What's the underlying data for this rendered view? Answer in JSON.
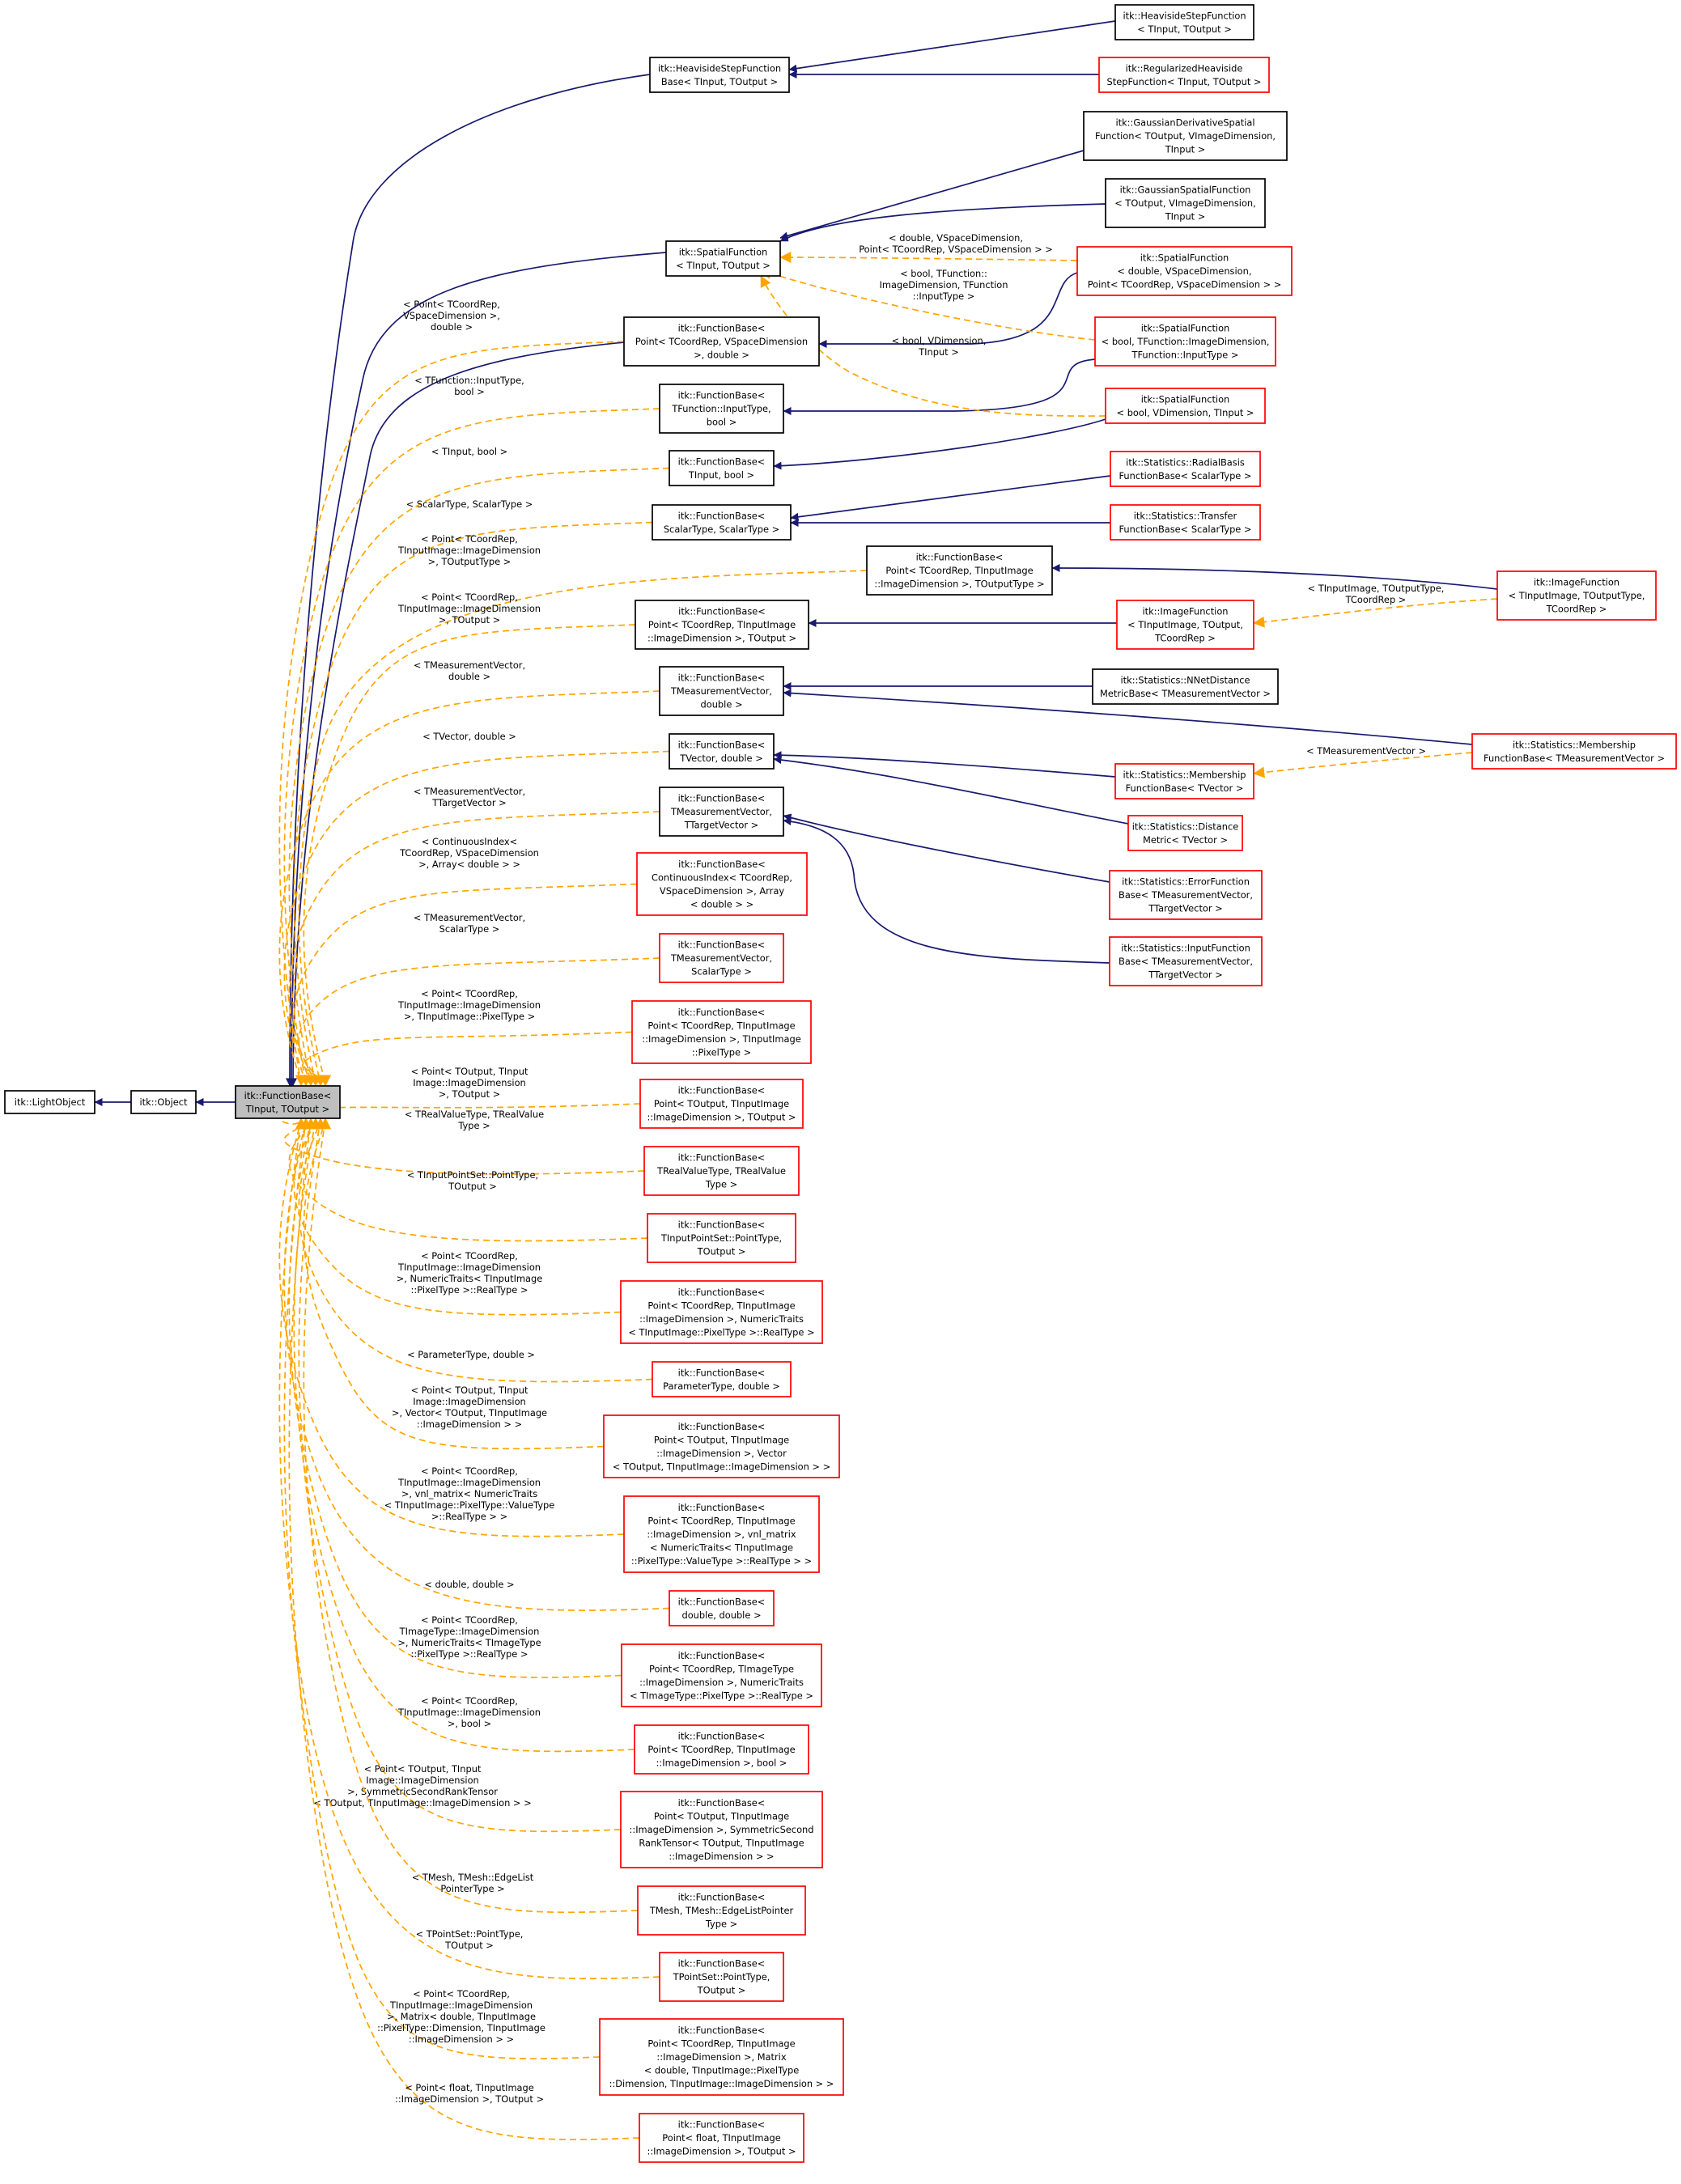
{
  "colors": {
    "inherit_edge": "#191970",
    "template_edge": "#ffa500",
    "red_border": "#ff0000",
    "focus_fill": "#bfbfbf"
  },
  "nodes": {
    "lightobject": [
      "itk::LightObject"
    ],
    "object": [
      "itk::Object"
    ],
    "functionbase": [
      "itk::FunctionBase<",
      "TInput, TOutput >"
    ],
    "heavisidebase": [
      "itk::HeavisideStepFunction",
      "Base< TInput, TOutput >"
    ],
    "heaviside": [
      "itk::HeavisideStepFunction",
      "< TInput, TOutput >"
    ],
    "regheaviside": [
      "itk::RegularizedHeaviside",
      "StepFunction< TInput, TOutput >"
    ],
    "spatial": [
      "itk::SpatialFunction",
      "< TInput, TOutput >"
    ],
    "gaussderiv": [
      "itk::GaussianDerivativeSpatial",
      "Function< TOutput, VImageDimension,",
      "TInput >"
    ],
    "gaussspatial": [
      "itk::GaussianSpatialFunction",
      "< TOutput, VImageDimension,",
      "TInput >"
    ],
    "sf_double": [
      "itk::SpatialFunction",
      "< double, VSpaceDimension,",
      "Point< TCoordRep, VSpaceDimension > >"
    ],
    "sf_bool_tf": [
      "itk::SpatialFunction",
      "< bool, TFunction::ImageDimension,",
      "TFunction::InputType >"
    ],
    "sf_bool_vd": [
      "itk::SpatialFunction",
      "< bool, VDimension, TInput >"
    ],
    "fb_point_vsd": [
      "itk::FunctionBase<",
      "Point< TCoordRep, VSpaceDimension",
      ">, double >"
    ],
    "fb_tfunc": [
      "itk::FunctionBase<",
      "TFunction::InputType,",
      "bool >"
    ],
    "fb_tinput_bool": [
      "itk::FunctionBase<",
      "TInput, bool >"
    ],
    "fb_scalar": [
      "itk::FunctionBase<",
      "ScalarType, ScalarType >"
    ],
    "radialbasis": [
      "itk::Statistics::RadialBasis",
      "FunctionBase< ScalarType >"
    ],
    "transfer": [
      "itk::Statistics::Transfer",
      "FunctionBase< ScalarType >"
    ],
    "fb_point_outtype": [
      "itk::FunctionBase<",
      "Point< TCoordRep, TInputImage",
      "::ImageDimension >, TOutputType >"
    ],
    "imagefunction_top": [
      "itk::ImageFunction",
      "< TInputImage, TOutputType,",
      "TCoordRep >"
    ],
    "fb_point_toutput": [
      "itk::FunctionBase<",
      "Point< TCoordRep, TInputImage",
      "::ImageDimension >, TOutput >"
    ],
    "imagefunction_mid": [
      "itk::ImageFunction",
      "< TInputImage, TOutput,",
      "TCoordRep >"
    ],
    "fb_mv_double": [
      "itk::FunctionBase<",
      "TMeasurementVector,",
      "double >"
    ],
    "nnet": [
      "itk::Statistics::NNetDistance",
      "MetricBase< TMeasurementVector >"
    ],
    "membership_mv": [
      "itk::Statistics::Membership",
      "FunctionBase< TMeasurementVector >"
    ],
    "fb_tvector": [
      "itk::FunctionBase<",
      "TVector, double >"
    ],
    "membership_tv": [
      "itk::Statistics::Membership",
      "FunctionBase< TVector >"
    ],
    "distmetric": [
      "itk::Statistics::Distance",
      "Metric< TVector >"
    ],
    "fb_mv_target": [
      "itk::FunctionBase<",
      "TMeasurementVector,",
      "TTargetVector >"
    ],
    "errorfunc": [
      "itk::Statistics::ErrorFunction",
      "Base< TMeasurementVector,",
      "TTargetVector >"
    ],
    "inputfunc": [
      "itk::Statistics::InputFunction",
      "Base< TMeasurementVector,",
      "TTargetVector >"
    ],
    "fb_contindex": [
      "itk::FunctionBase<",
      "ContinuousIndex< TCoordRep,",
      "VSpaceDimension >, Array",
      "< double > >"
    ],
    "fb_mv_scalar": [
      "itk::FunctionBase<",
      "TMeasurementVector,",
      "ScalarType >"
    ],
    "fb_point_pixel": [
      "itk::FunctionBase<",
      "Point< TCoordRep, TInputImage",
      "::ImageDimension >, TInputImage",
      "::PixelType >"
    ],
    "fb_point_tout2": [
      "itk::FunctionBase<",
      "Point< TOutput, TInputImage",
      "::ImageDimension >, TOutput >"
    ],
    "fb_realvalue": [
      "itk::FunctionBase<",
      "TRealValueType, TRealValue",
      "Type >"
    ],
    "fb_pointset": [
      "itk::FunctionBase<",
      "TInputPointSet::PointType,",
      "TOutput >"
    ],
    "fb_numtraits": [
      "itk::FunctionBase<",
      "Point< TCoordRep, TInputImage",
      "::ImageDimension >, NumericTraits",
      "< TInputImage::PixelType >::RealType >"
    ],
    "fb_param": [
      "itk::FunctionBase<",
      "ParameterType, double >"
    ],
    "fb_vector": [
      "itk::FunctionBase<",
      "Point< TOutput, TInputImage",
      "::ImageDimension >, Vector",
      "< TOutput, TInputImage::ImageDimension > >"
    ],
    "fb_vnl": [
      "itk::FunctionBase<",
      "Point< TCoordRep, TInputImage",
      "::ImageDimension >, vnl_matrix",
      "< NumericTraits< TInputImage",
      "::PixelType::ValueType >::RealType > >"
    ],
    "fb_dd": [
      "itk::FunctionBase<",
      "double, double >"
    ],
    "fb_imagetype": [
      "itk::FunctionBase<",
      "Point< TCoordRep, TImageType",
      "::ImageDimension >, NumericTraits",
      "< TImageType::PixelType >::RealType >"
    ],
    "fb_point_bool": [
      "itk::FunctionBase<",
      "Point< TCoordRep, TInputImage",
      "::ImageDimension >, bool >"
    ],
    "fb_symtensor": [
      "itk::FunctionBase<",
      "Point< TOutput, TInputImage",
      "::ImageDimension >, SymmetricSecond",
      "RankTensor< TOutput, TInputImage",
      "::ImageDimension > >"
    ],
    "fb_mesh": [
      "itk::FunctionBase<",
      "TMesh, TMesh::EdgeListPointer",
      "Type >"
    ],
    "fb_tpointset": [
      "itk::FunctionBase<",
      "TPointSet::PointType,",
      "TOutput >"
    ],
    "fb_matrix": [
      "itk::FunctionBase<",
      "Point< TCoordRep, TInputImage",
      "::ImageDimension >, Matrix",
      "< double, TInputImage::PixelType",
      "::Dimension, TInputImage::ImageDimension > >"
    ],
    "fb_float": [
      "itk::FunctionBase<",
      "Point< float, TInputImage",
      "::ImageDimension >, TOutput >"
    ]
  },
  "edge_labels": {
    "sf_double": [
      "< double, VSpaceDimension,",
      "Point< TCoordRep, VSpaceDimension > >"
    ],
    "sf_bool_tf": [
      "< bool, TFunction::",
      "ImageDimension, TFunction",
      "::InputType >"
    ],
    "sf_bool_vd": [
      "< bool, VDimension,",
      "TInput >"
    ],
    "fb_point_vsd": [
      "< Point< TCoordRep,",
      "VSpaceDimension >,",
      "double >"
    ],
    "fb_tfunc": [
      "< TFunction::InputType,",
      "bool >"
    ],
    "fb_tinput_bool": [
      "< TInput, bool >"
    ],
    "fb_scalar": [
      "< ScalarType, ScalarType >"
    ],
    "fb_point_outtype": [
      "< Point< TCoordRep,",
      "TInputImage::ImageDimension",
      ">, TOutputType >"
    ],
    "imagefunction_mid": [
      "< TInputImage, TOutputType,",
      "TCoordRep >"
    ],
    "fb_point_toutput": [
      "< Point< TCoordRep,",
      "TInputImage::ImageDimension",
      ">, TOutput >"
    ],
    "fb_mv_double": [
      "< TMeasurementVector,",
      "double >"
    ],
    "membership_tv": [
      "< TMeasurementVector >"
    ],
    "fb_tvector": [
      "< TVector, double >"
    ],
    "fb_mv_target": [
      "< TMeasurementVector,",
      "TTargetVector >"
    ],
    "fb_contindex": [
      "< ContinuousIndex<",
      "TCoordRep, VSpaceDimension",
      ">, Array< double > >"
    ],
    "fb_mv_scalar": [
      "< TMeasurementVector,",
      "ScalarType >"
    ],
    "fb_point_pixel": [
      "< Point< TCoordRep,",
      "TInputImage::ImageDimension",
      ">, TInputImage::PixelType >"
    ],
    "fb_point_tout2": [
      "< Point< TOutput, TInput",
      "Image::ImageDimension",
      ">, TOutput >"
    ],
    "fb_realvalue": [
      "< TRealValueType, TRealValue",
      "Type >"
    ],
    "fb_pointset": [
      "< TInputPointSet::PointType,",
      "TOutput >"
    ],
    "fb_numtraits": [
      "< Point< TCoordRep,",
      "TInputImage::ImageDimension",
      ">, NumericTraits< TInputImage",
      "::PixelType >::RealType >"
    ],
    "fb_param": [
      "< ParameterType, double >"
    ],
    "fb_vector": [
      "< Point< TOutput, TInput",
      "Image::ImageDimension",
      ">, Vector< TOutput, TInputImage",
      "::ImageDimension > >"
    ],
    "fb_vnl": [
      "< Point< TCoordRep,",
      "TInputImage::ImageDimension",
      ">, vnl_matrix< NumericTraits",
      "< TInputImage::PixelType::ValueType",
      ">::RealType > >"
    ],
    "fb_dd": [
      "< double, double >"
    ],
    "fb_imagetype": [
      "< Point< TCoordRep,",
      "TImageType::ImageDimension",
      ">, NumericTraits< TImageType",
      "::PixelType >::RealType >"
    ],
    "fb_point_bool": [
      "< Point< TCoordRep,",
      "TInputImage::ImageDimension",
      ">, bool >"
    ],
    "fb_symtensor": [
      "< Point< TOutput, TInput",
      "Image::ImageDimension",
      ">, SymmetricSecondRankTensor",
      "< TOutput, TInputImage::ImageDimension > >"
    ],
    "fb_mesh": [
      "< TMesh, TMesh::EdgeList",
      "PointerType >"
    ],
    "fb_tpointset": [
      "< TPointSet::PointType,",
      "TOutput >"
    ],
    "fb_matrix": [
      "< Point< TCoordRep,",
      "TInputImage::ImageDimension",
      ">, Matrix< double, TInputImage",
      "::PixelType::Dimension, TInputImage",
      "::ImageDimension > >"
    ],
    "fb_float": [
      "< Point< float, TInputImage",
      "::ImageDimension >, TOutput >"
    ]
  }
}
